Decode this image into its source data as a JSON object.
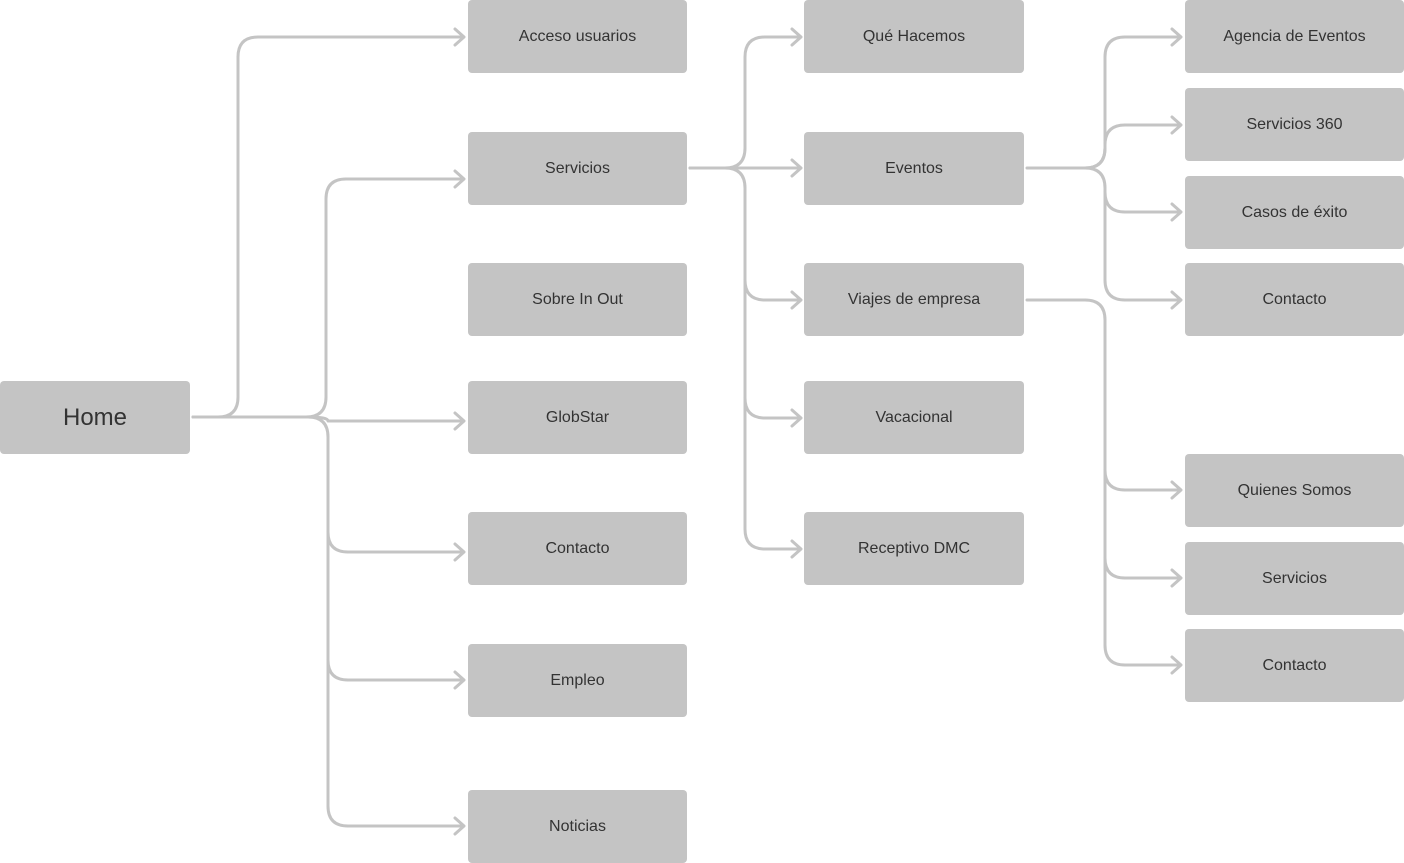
{
  "home": {
    "label": "Home"
  },
  "level1": {
    "acceso": "Acceso usuarios",
    "servicios": "Servicios",
    "sobre": "Sobre In Out",
    "globstar": "GlobStar",
    "contacto": "Contacto",
    "empleo": "Empleo",
    "noticias": "Noticias"
  },
  "level2": {
    "que_hacemos": "Qué Hacemos",
    "eventos": "Eventos",
    "viajes": "Viajes de empresa",
    "vacacional": "Vacacional",
    "receptivo": "Receptivo DMC"
  },
  "eventos_children": {
    "agencia": "Agencia de Eventos",
    "servicios360": "Servicios 360",
    "casos": "Casos de éxito",
    "contacto": "Contacto"
  },
  "viajes_children": {
    "quienes": "Quienes Somos",
    "servicios": "Servicios",
    "contacto": "Contacto"
  },
  "colors": {
    "node_fill": "#c4c4c4",
    "connector": "#c4c4c4",
    "text": "#333333"
  }
}
